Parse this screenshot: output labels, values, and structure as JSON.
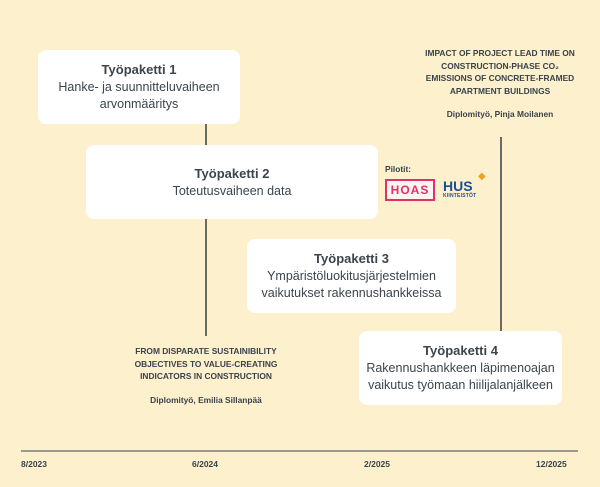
{
  "packages": [
    {
      "title": "Työpaketti 1",
      "lines": [
        "Hanke- ja suunnitteluvaiheen",
        "arvonmääritys"
      ]
    },
    {
      "title": "Työpaketti 2",
      "lines": [
        "Toteutusvaiheen data"
      ]
    },
    {
      "title": "Työpaketti 3",
      "lines": [
        "Ympäristöluokitusjärjestelmien",
        "vaikutukset rakennushankkeissa"
      ]
    },
    {
      "title": "Työpaketti 4",
      "lines": [
        "Rakennushankkeen läpimenoajan",
        "vaikutus työmaan hiilijalanjälkeen"
      ]
    }
  ],
  "thesis1": {
    "lines": [
      "FROM DISPARATE SUSTAINIBILITY",
      "OBJECTIVES TO VALUE-CREATING",
      "INDICATORS IN CONSTRUCTION"
    ],
    "author": "Diplomityö, Emilia Sillanpää"
  },
  "thesis2": {
    "lines": [
      "IMPACT OF PROJECT LEAD TIME ON",
      "CONSTRUCTION-PHASE CO₂",
      "EMISSIONS OF CONCRETE-FRAMED",
      "APARTMENT BUILDINGS"
    ],
    "author": "Diplomityö, Pinja Moilanen"
  },
  "pilots": {
    "label": "Pilotit:",
    "logo1": "HOAS",
    "logo2": "HUS",
    "logo2_sub": "KIINTEISTÖT"
  },
  "timeline": [
    "8/2023",
    "6/2024",
    "2/2025",
    "12/2025"
  ]
}
